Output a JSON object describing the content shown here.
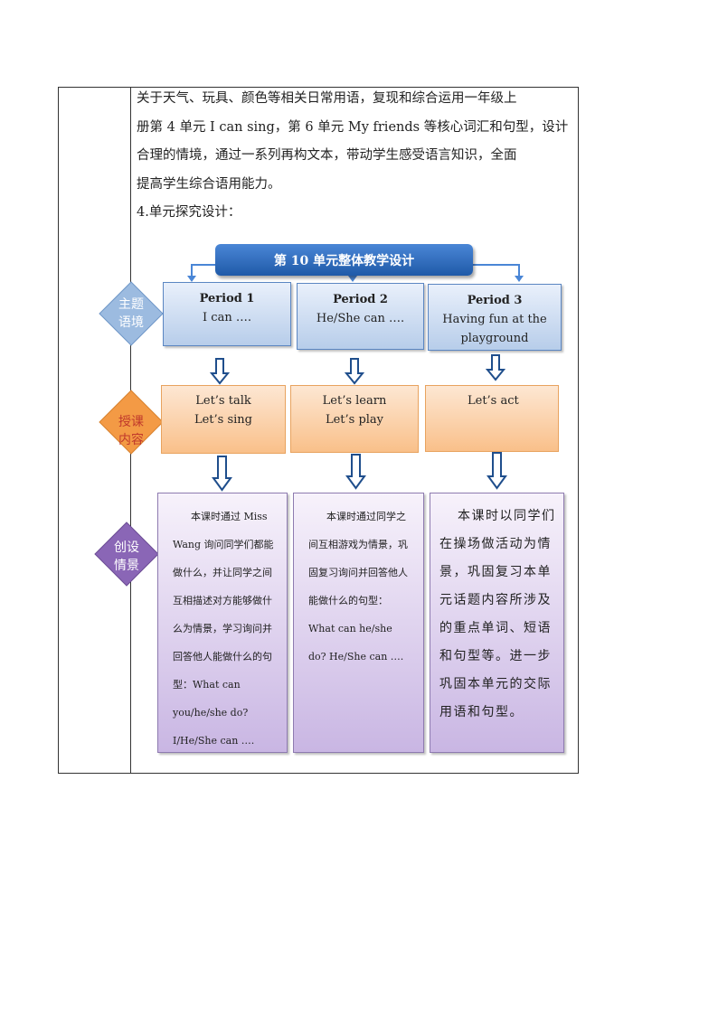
{
  "paragraph": {
    "lines": [
      "关于天气、玩具、颜色等相关日常用语，复现和综合运用一年级上",
      "册第 4 单元 I can sing，第 6 单元 My friends 等核心词汇和句型，设计",
      "合理的情境，通过一系列再构文本，带动学生感受语言知识，全面",
      "提高学生综合语用能力。"
    ],
    "section_heading": "4.单元探究设计："
  },
  "diagram": {
    "header": "第 10 单元整体教学设计",
    "rows": {
      "theme": "主题\n语境",
      "content": "授课\n内容",
      "scenario": "创设\n情景"
    },
    "theme_labels": [
      "主题",
      "语境"
    ],
    "content_labels": [
      "授课",
      "内容"
    ],
    "scenario_labels": [
      "创设",
      "情景"
    ],
    "periods": [
      {
        "title": "Period 1",
        "subtitle": "I can …."
      },
      {
        "title": "Period 2",
        "subtitle": "He/She can …."
      },
      {
        "title": "Period 3",
        "subtitle": "Having  fun  at the playground"
      }
    ],
    "lessons": [
      [
        "Let’s talk",
        "Let’s sing"
      ],
      [
        "Let’s learn",
        "Let’s play"
      ],
      [
        "Let’s  act"
      ]
    ],
    "descriptions": [
      "本课时通过 Miss Wang 询问同学们都能做什么，并让同学之间互相描述对方能够做什么为情景，学习询问并回答他人能做什么的句型：What can you/he/she do? I/He/She can ….",
      "本课时通过同学之间互相游戏为情景，巩固复习询问并回答他人能做什么的句型：What can he/she do? He/She can ….",
      "本课时以同学们在操场做活动为情景，巩固复习本单元话题内容所涉及的重点单词、短语和句型等。进一步巩固本单元的交际用语和句型。"
    ],
    "colors": {
      "header": "#2a66b6",
      "theme": "#8fb0d8",
      "content": "#f3a357",
      "scenario": "#7d5fa6",
      "arrow": "#1f4e8c"
    }
  }
}
